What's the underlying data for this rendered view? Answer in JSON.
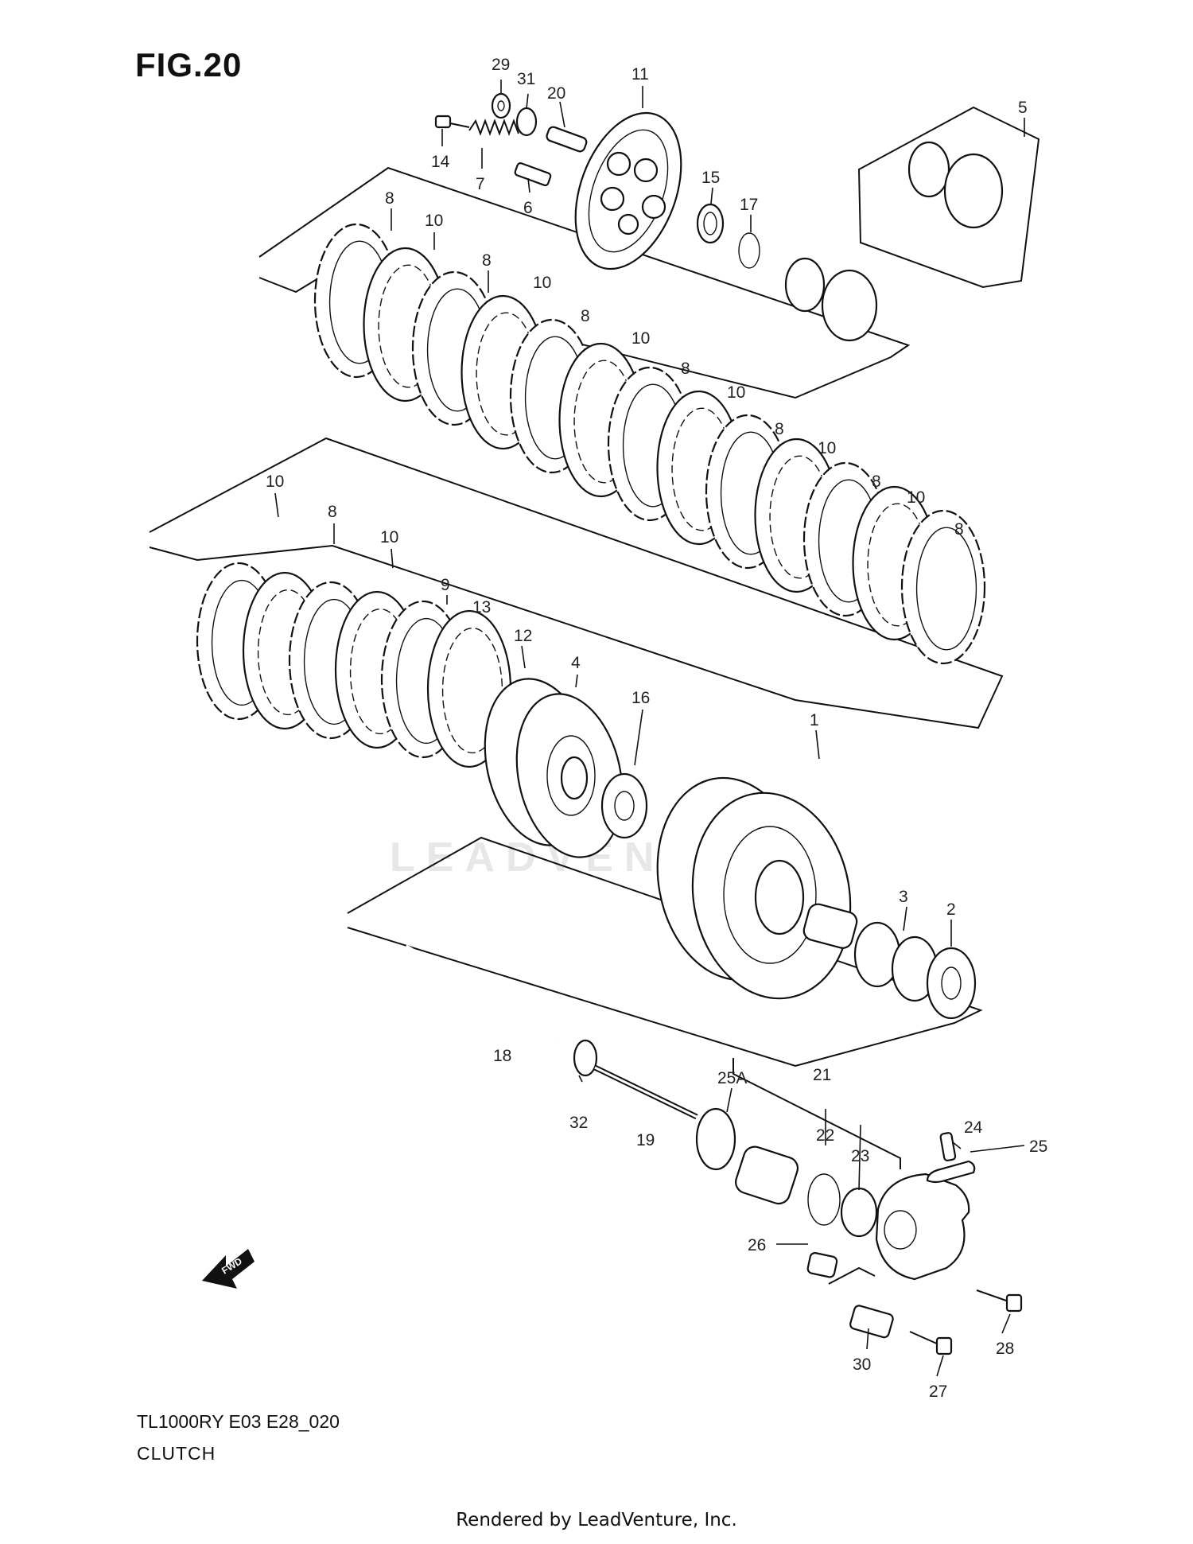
{
  "figure": {
    "title": "FIG.20",
    "model_code": "TL1000RY E03 E28_020",
    "part_name": "CLUTCH",
    "footer": "Rendered by LeadVenture, Inc.",
    "watermark": "LEADVENTURE",
    "fwd_label": "FWD"
  },
  "callouts": [
    "29",
    "31",
    "20",
    "11",
    "14",
    "7",
    "6",
    "15",
    "17",
    "5",
    "8",
    "10",
    "8",
    "10",
    "8",
    "10",
    "8",
    "10",
    "8",
    "10",
    "8",
    "10",
    "8",
    "10",
    "8",
    "10",
    "9",
    "13",
    "12",
    "4",
    "16",
    "1",
    "3",
    "2",
    "18",
    "32",
    "19",
    "25A",
    "21",
    "22",
    "23",
    "24",
    "25",
    "26",
    "28",
    "30",
    "27"
  ]
}
